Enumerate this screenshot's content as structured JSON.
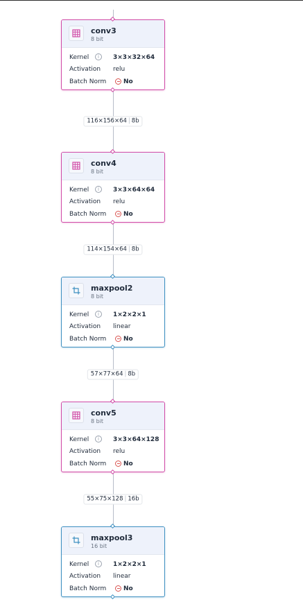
{
  "nodes": [
    {
      "name": "conv3",
      "bits": "8 bit",
      "type": "conv",
      "theme": "#d04aa6",
      "kernel_label": "Kernel",
      "kernel": "3×3×32×64",
      "activation_label": "Activation",
      "activation": "relu",
      "bn_label": "Batch Norm",
      "bn": "No"
    },
    {
      "name": "conv4",
      "bits": "8 bit",
      "type": "conv",
      "theme": "#d04aa6",
      "kernel_label": "Kernel",
      "kernel": "3×3×64×64",
      "activation_label": "Activation",
      "activation": "relu",
      "bn_label": "Batch Norm",
      "bn": "No"
    },
    {
      "name": "maxpool2",
      "bits": "8 bit",
      "type": "pool",
      "theme": "#3d8fc0",
      "kernel_label": "Kernel",
      "kernel": "1×2×2×1",
      "activation_label": "Activation",
      "activation": "linear",
      "bn_label": "Batch Norm",
      "bn": "No"
    },
    {
      "name": "conv5",
      "bits": "8 bit",
      "type": "conv",
      "theme": "#d04aa6",
      "kernel_label": "Kernel",
      "kernel": "3×3×64×128",
      "activation_label": "Activation",
      "activation": "relu",
      "bn_label": "Batch Norm",
      "bn": "No"
    },
    {
      "name": "maxpool3",
      "bits": "16 bit",
      "type": "pool",
      "theme": "#3d8fc0",
      "kernel_label": "Kernel",
      "kernel": "1×2×2×1",
      "activation_label": "Activation",
      "activation": "linear",
      "bn_label": "Batch Norm",
      "bn": "No"
    }
  ],
  "edges": [
    {
      "shape": "116×156×64",
      "bits": "8b"
    },
    {
      "shape": "114×154×64",
      "bits": "8b"
    },
    {
      "shape": "57×77×64",
      "bits": "8b"
    },
    {
      "shape": "55×75×128",
      "bits": "16b"
    }
  ],
  "icons": {
    "conv": "grid-cube-icon",
    "pool": "crop-icon",
    "info": "info-icon",
    "no": "minus-circle-icon"
  }
}
